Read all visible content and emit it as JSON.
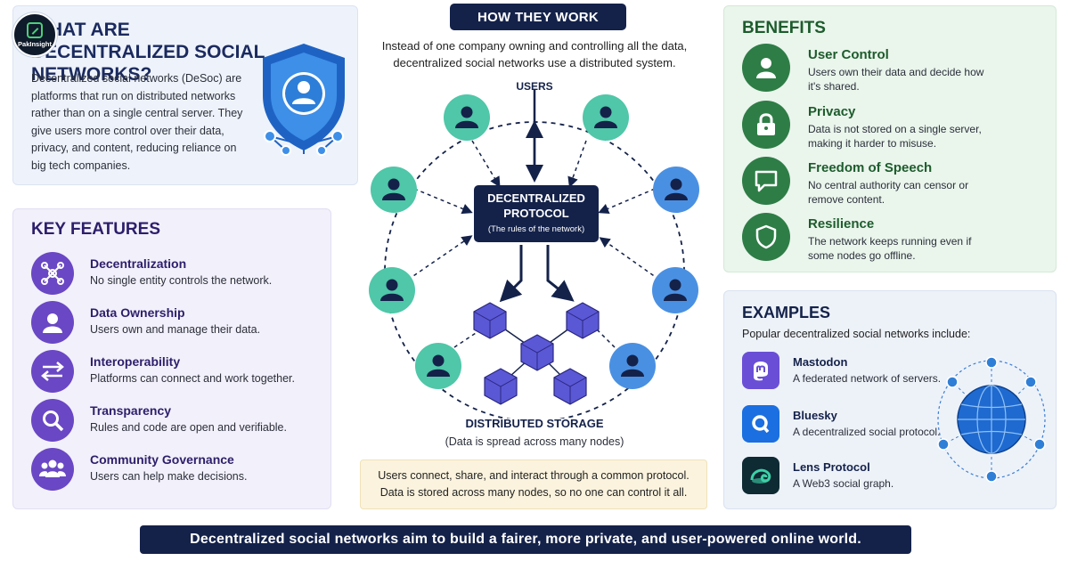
{
  "logo": {
    "text": "PakInsight"
  },
  "what_panel": {
    "title": "WHAT ARE DECENTRALIZED SOCIAL NETWORKS?",
    "body": "Decentralized social networks (DeSoc) are platforms that run on distributed networks rather than on a single central server. They give users more control over their data, privacy, and content, reducing reliance on big tech companies."
  },
  "key_features": {
    "title": "KEY FEATURES",
    "items": [
      {
        "title": "Decentralization",
        "desc": "No single entity controls the network.",
        "icon": "network-nodes-icon"
      },
      {
        "title": "Data Ownership",
        "desc": "Users own and manage their data.",
        "icon": "user-icon"
      },
      {
        "title": "Interoperability",
        "desc": "Platforms can connect and work together.",
        "icon": "swap-arrows-icon"
      },
      {
        "title": "Transparency",
        "desc": "Rules and code are open and verifiable.",
        "icon": "magnifier-icon"
      },
      {
        "title": "Community Governance",
        "desc": "Users can help make decisions.",
        "icon": "group-icon"
      }
    ]
  },
  "how_they_work": {
    "title": "HOW THEY WORK",
    "intro": "Instead of one company owning and controlling all the data, decentralized social networks use a distributed system.",
    "users_label": "USERS",
    "protocol_title": "DECENTRALIZED PROTOCOL",
    "protocol_subtitle": "(The rules of the network)",
    "storage_label": "DISTRIBUTED STORAGE",
    "storage_subtitle": "(Data is spread across many nodes)",
    "summary_line1": "Users connect, share, and interact through a common protocol.",
    "summary_line2": "Data is stored across many nodes, so no one can control it all."
  },
  "benefits": {
    "title": "BENEFITS",
    "items": [
      {
        "title": "User Control",
        "desc": "Users own their data and decide how it's shared.",
        "icon": "user-icon"
      },
      {
        "title": "Privacy",
        "desc": "Data is not stored on a single server, making it harder to misuse.",
        "icon": "lock-icon"
      },
      {
        "title": "Freedom of Speech",
        "desc": "No central authority can censor or remove content.",
        "icon": "speech-bubble-icon"
      },
      {
        "title": "Resilience",
        "desc": "The network keeps running even if some nodes go offline.",
        "icon": "shield-icon"
      }
    ]
  },
  "examples": {
    "title": "EXAMPLES",
    "intro": "Popular decentralized social networks include:",
    "items": [
      {
        "name": "Mastodon",
        "desc": "A federated network of servers.",
        "icon": "mastodon-logo-icon",
        "color": "#6a4fd6"
      },
      {
        "name": "Bluesky",
        "desc": "A decentralized social protocol.",
        "icon": "bluesky-logo-icon",
        "color": "#1b6fe0"
      },
      {
        "name": "Lens Protocol",
        "desc": "A Web3 social graph.",
        "icon": "lens-logo-icon",
        "color": "#0e2a33"
      }
    ]
  },
  "footer": {
    "text": "Decentralized social networks aim to build a fairer, more private, and user-powered online world."
  },
  "colors": {
    "navy": "#14224a",
    "purple": "#6a47c4",
    "green": "#2e7d46",
    "teal_node": "#4fc7a8",
    "blue_node": "#4a90e2",
    "cube": "#5b58d6"
  }
}
